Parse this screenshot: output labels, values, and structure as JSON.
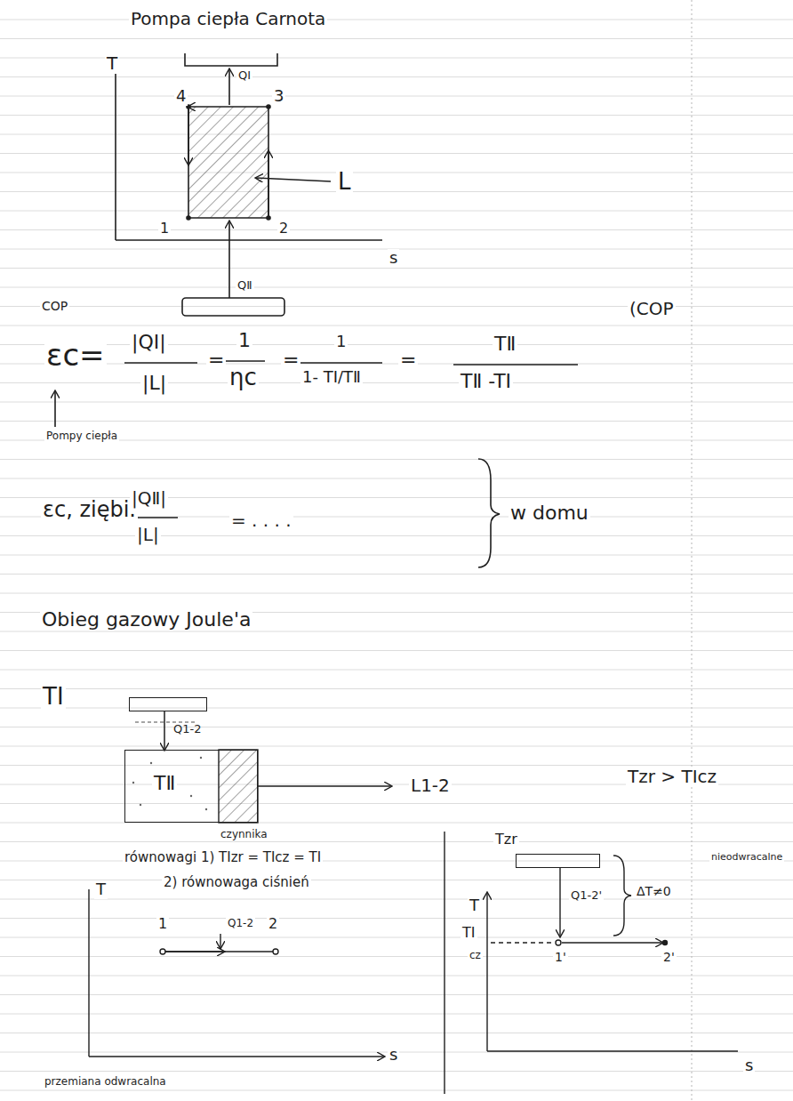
{
  "diagram": {
    "title": "Pompa ciepła Carnota",
    "nodes": [
      {
        "text": [
          "TⅠ"
        ]
      },
      {
        "text": [
          "TⅡ"
        ]
      },
      {
        "text": [
          "Tzr"
        ]
      }
    ],
    "edges": [
      {
        "from": 0,
        "to": 1,
        "label": "Q1-2",
        "arrow": "to"
      }
    ],
    "labels": [
      "T",
      "4",
      "3",
      "1",
      "2",
      "QⅠ",
      "L",
      "s",
      "QⅡ",
      "COP",
      "(COP",
      "εc=",
      "|QⅠ|",
      "|L|",
      "=",
      "1",
      "ηc",
      "=",
      "1",
      "1- TⅠ/TⅡ",
      "=",
      "TⅡ",
      "TⅡ -TⅠ",
      "Pompy ciepła",
      "εc, ziębi.",
      "|QⅡ|",
      "|L|",
      "= . . . .",
      "w domu",
      "Obieg gazowy Joule'a",
      "L1-2",
      "czynnika",
      "Tzr > TⅠcz",
      "nieodwracalne",
      "równowagi 1) TⅠzr = TⅠcz = TⅠ",
      "2) równowaga ciśnień",
      "T",
      "1",
      "Q1-2",
      "2",
      "s",
      "przemiana odwracalna",
      "T",
      "TⅠ",
      "cz",
      "Q1-2'",
      "ΔT≠0",
      "1'",
      "2'",
      "s"
    ]
  }
}
